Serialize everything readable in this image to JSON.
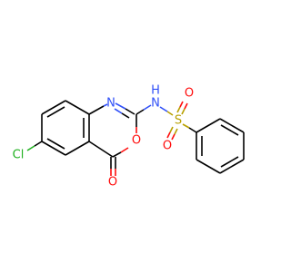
{
  "colors": {
    "carbon": "#000000",
    "nitrogen": "#3050f8",
    "oxygen": "#ff0d0d",
    "sulfur": "#b8a000",
    "chlorine": "#1fb01f",
    "background": "#ffffff"
  },
  "atoms": {
    "nh": {
      "label": "N",
      "h": "H"
    },
    "n_ring": {
      "label": "N"
    },
    "o_ring": {
      "label": "O"
    },
    "o_carbonyl": {
      "label": "O"
    },
    "s": {
      "label": "S"
    },
    "o_s_top": {
      "label": "O"
    },
    "o_s_bottom": {
      "label": "O"
    },
    "cl": {
      "label": "Cl"
    }
  }
}
